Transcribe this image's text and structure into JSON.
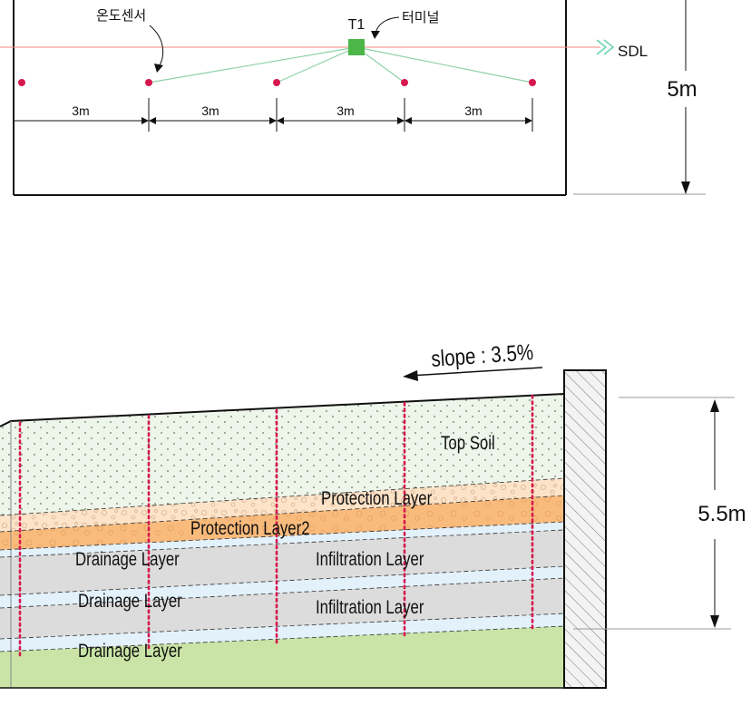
{
  "plan": {
    "sensor_label": "온도센서",
    "terminal_label": "T1",
    "terminal_annotation": "터미널",
    "sdl_label": "SDL",
    "spacings": [
      "3m",
      "3m",
      "3m",
      "3m"
    ],
    "height_label": "5m"
  },
  "section": {
    "slope_label": "slope : 3.5%",
    "height_label": "5.5m",
    "layers": {
      "top_soil": "Top  Soil",
      "protection": "Protection  Layer",
      "protection2": "Protection  Layer2",
      "drainage_1": "Drainage   Layer",
      "infiltration_1": "Infiltration  Layer",
      "drainage_2": "Drainage Layer",
      "infiltration_2": "Infiltration  Layer",
      "drainage_3": "Drainage Layer"
    }
  },
  "colors": {
    "top_soil": "#eef5ea",
    "protection": "#fde3c8",
    "protection2": "#f9bb7c",
    "drainage": "#dcdcdc",
    "infiltration": "#e3f1fa",
    "base": "#c9e4a6",
    "sensor": "#d6184e",
    "terminal": "#4cb648",
    "cable": "#8fd1a9",
    "sdl_line": "#ef8a78"
  }
}
